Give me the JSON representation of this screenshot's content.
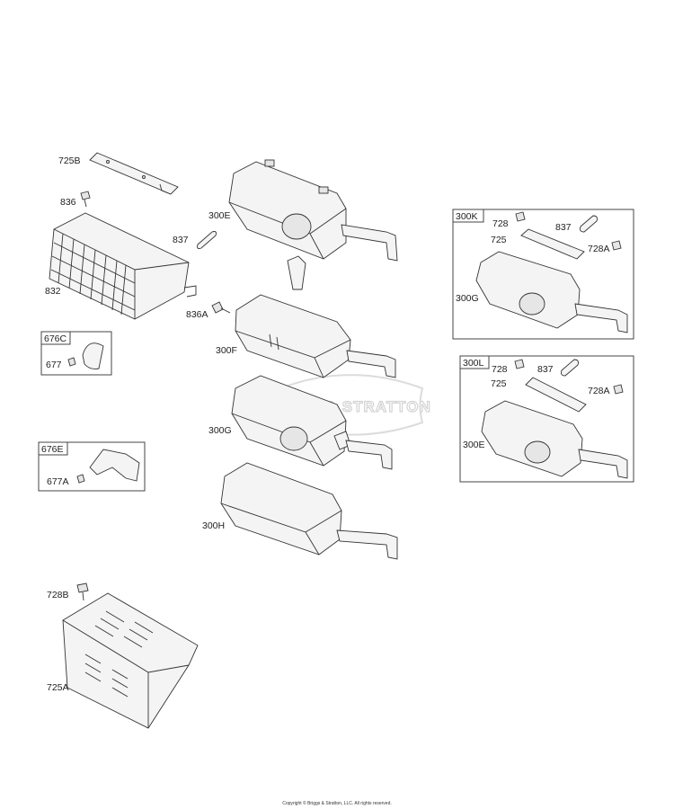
{
  "watermark": "BRIGGS & STRATTON",
  "copyright": "Copyright © Briggs & Stratton, LLC. All rights reserved.",
  "labels": {
    "p725B": "725B",
    "p836": "836",
    "p832": "832",
    "p837": "837",
    "p300E": "300E",
    "p836A": "836A",
    "p300F": "300F",
    "p300G": "300G",
    "p300H": "300H",
    "p677": "677",
    "p677A": "677A",
    "p728B": "728B",
    "p725A": "725A"
  },
  "kits": {
    "k676C": {
      "title": "676C",
      "items": {
        "p677": "677"
      }
    },
    "k676E": {
      "title": "676E",
      "items": {
        "p677A": "677A"
      }
    },
    "k300K": {
      "title": "300K",
      "items": {
        "p728": "728",
        "p837": "837",
        "p725": "725",
        "p728A": "728A",
        "p300G": "300G"
      }
    },
    "k300L": {
      "title": "300L",
      "items": {
        "p728": "728",
        "p837": "837",
        "p725": "725",
        "p728A": "728A",
        "p300E": "300E"
      }
    }
  }
}
